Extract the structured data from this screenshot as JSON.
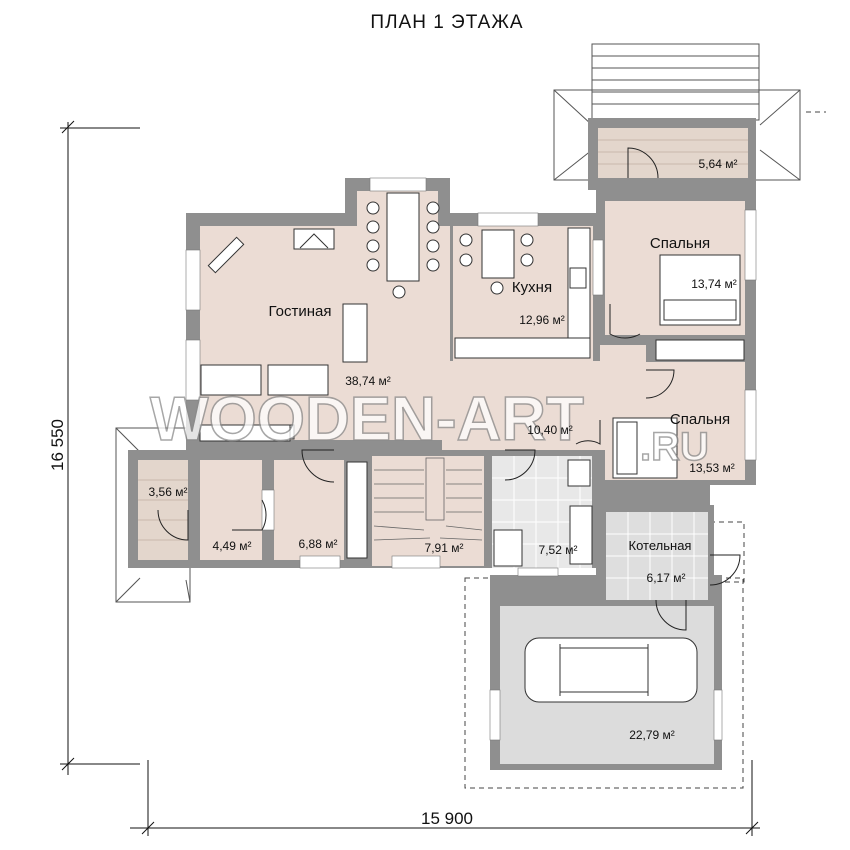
{
  "title": "ПЛАН 1 ЭТАЖА",
  "dimensions": {
    "width": "15 900",
    "height": "16 550"
  },
  "watermark": {
    "main": "WOODEN-ART",
    "suffix": ".RU"
  },
  "rooms": {
    "living": {
      "name": "Гостиная",
      "area": "38,74 м²"
    },
    "kitchen": {
      "name": "Кухня",
      "area": "12,96 м²"
    },
    "bedroom1": {
      "name": "Спальня",
      "area": "13,74 м²"
    },
    "bedroom2": {
      "name": "Спальня",
      "area": "13,53 м²"
    },
    "hall": {
      "area": "10,40 м²"
    },
    "terrace": {
      "area": "5,64 м²"
    },
    "porch": {
      "area": "3,56 м²"
    },
    "vestibule": {
      "area": "4,49 м²"
    },
    "wardrobe": {
      "area": "6,88 м²"
    },
    "stair": {
      "area": "7,91 м²"
    },
    "bath": {
      "area": "7,52 м²"
    },
    "boiler": {
      "name": "Котельная",
      "area": "6,17 м²"
    },
    "garage": {
      "area": "22,79 м²"
    }
  },
  "colors": {
    "wall": "#8f8f8f",
    "floor": "#ebdcd4",
    "terrace": "#e3d6cc",
    "tile": "#e8e8e8",
    "boiler": "#dedede",
    "garage": "#dcdcdc"
  }
}
